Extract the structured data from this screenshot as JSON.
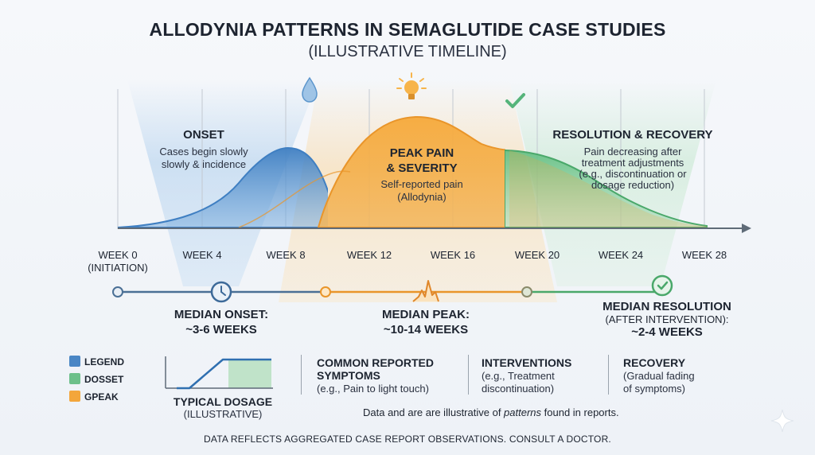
{
  "title": "ALLODYNIA PATTERNS IN SEMAGLUTIDE CASE STUDIES",
  "subtitle": "(ILLUSTRATIVE TIMELINE)",
  "colors": {
    "onset": "#4a86c5",
    "peak": "#f3a63b",
    "resolution": "#6cc08a",
    "axis": "#5f6b78"
  },
  "icons": {
    "onset": "water-drop-icon",
    "peak": "lightbulb-icon",
    "resolution": "checkmark-icon",
    "onset_median": "clock-icon",
    "peak_median": "peak-spike-icon",
    "resolution_median": "check-circle-icon",
    "sparkle": "sparkle-icon"
  },
  "phases": {
    "onset": {
      "title": "ONSET",
      "desc_line1": "Cases begin slowly",
      "desc_line2": "slowly & incidence"
    },
    "peak": {
      "title_line1": "PEAK PAIN",
      "title_line2": "& SEVERITY",
      "desc_line1": "Self-reported pain",
      "desc_line2": "(Allodynia)"
    },
    "resolution": {
      "title": "RESOLUTION & RECOVERY",
      "desc_line1": "Pain decreasing after",
      "desc_line2": "treatment adjustments",
      "desc_line3": "(e.g., discontinuation or",
      "desc_line4": "dosage reduction)"
    }
  },
  "weeks": [
    {
      "label": "WEEK 0",
      "sub": "(INITIATION)"
    },
    {
      "label": "WEEK 4",
      "sub": ""
    },
    {
      "label": "WEEK 8",
      "sub": ""
    },
    {
      "label": "WEEK 12",
      "sub": ""
    },
    {
      "label": "WEEK 16",
      "sub": ""
    },
    {
      "label": "WEEK 20",
      "sub": ""
    },
    {
      "label": "WEEK 24",
      "sub": ""
    },
    {
      "label": "WEEK 28",
      "sub": ""
    }
  ],
  "medians": {
    "onset": {
      "line1": "MEDIAN ONSET:",
      "line2": "~3-6 WEEKS"
    },
    "peak": {
      "line1": "MEDIAN PEAK:",
      "line2": "~10-14 WEEKS"
    },
    "resolution": {
      "line1": "MEDIAN RESOLUTION",
      "sub": "(AFTER INTERVENTION):",
      "line2": "~2-4 WEEKS"
    }
  },
  "legend": [
    {
      "label": "LEGEND",
      "color": "#4a86c5"
    },
    {
      "label": "DOSSET",
      "color": "#6cc08a"
    },
    {
      "label": "GPEAK",
      "color": "#f3a63b"
    }
  ],
  "dosage": {
    "title": "TYPICAL DOSAGE",
    "sub": "(ILLUSTRATIVE)"
  },
  "boxes": [
    {
      "title_line1": "COMMON REPORTED",
      "title_line2": "SYMPTOMS",
      "text_line1": "(e.g., Pain to light touch)",
      "text_line2": ""
    },
    {
      "title_line1": "INTERVENTIONS",
      "title_line2": "",
      "text_line1": "(e.g., Treatment",
      "text_line2": "discontinuation)"
    },
    {
      "title_line1": "RECOVERY",
      "title_line2": "",
      "text_line1": "(Gradual fading",
      "text_line2": "of symptoms)"
    }
  ],
  "note": {
    "before": "Data and are are illustrative of ",
    "em": "patterns",
    "after": " found in reports."
  },
  "footer": "DATA REFLECTS AGGREGATED CASE REPORT OBSERVATIONS. CONSULT A DOCTOR."
}
